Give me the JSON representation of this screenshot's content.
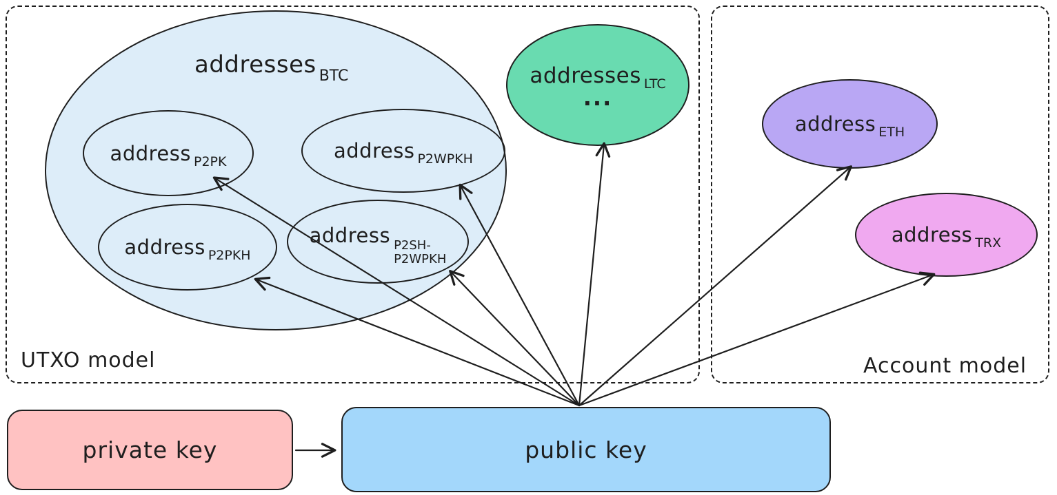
{
  "diagram": {
    "boxes": {
      "utxo": {
        "label": "UTXO model"
      },
      "account": {
        "label": "Account model"
      }
    },
    "nodes": {
      "btc_group": {
        "label": "addresses",
        "sub": "BTC"
      },
      "p2pk": {
        "label": "address",
        "sub": "P2PK"
      },
      "p2wpkh": {
        "label": "address",
        "sub": "P2WPKH"
      },
      "p2pkh": {
        "label": "address",
        "sub": "P2PKH"
      },
      "p2sh_p2wpkh": {
        "label": "address",
        "sub_line1": "P2SH-",
        "sub_line2": "P2WPKH"
      },
      "ltc": {
        "label": "addresses",
        "sub": "LTC",
        "ellipsis": "..."
      },
      "eth": {
        "label": "address",
        "sub": "ETH"
      },
      "trx": {
        "label": "address",
        "sub": "TRX"
      },
      "private_key": {
        "label": "private key"
      },
      "public_key": {
        "label": "public key"
      }
    },
    "colors": {
      "stroke": "#1e1e1e",
      "btc_fill": "#ddedf9",
      "ltc_fill": "#69dbb0",
      "eth_fill": "#b9a7f4",
      "trx_fill": "#f0a9f0",
      "private_key_fill": "#ffc2c2",
      "public_key_fill": "#a3d7fb"
    }
  }
}
